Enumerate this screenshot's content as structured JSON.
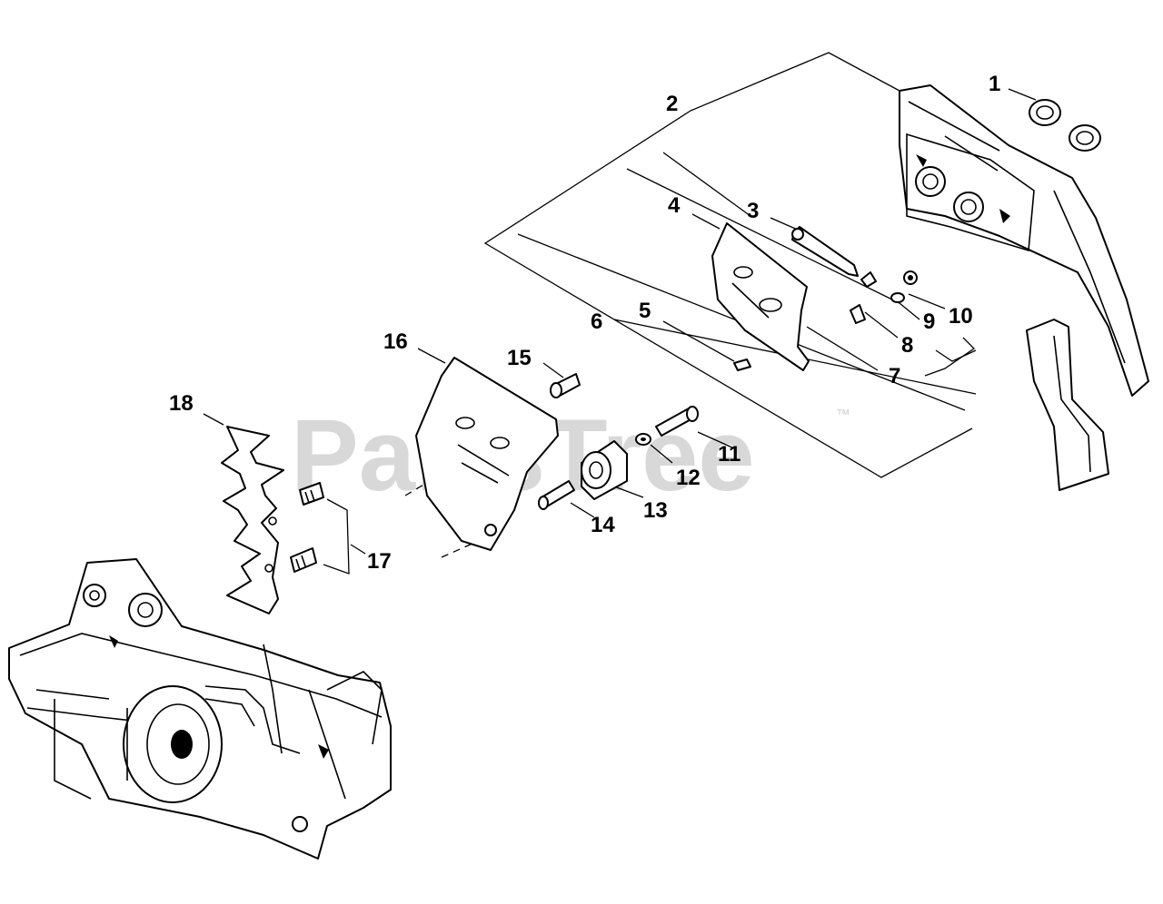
{
  "watermark": {
    "text": "PartsTree",
    "trademark": "™"
  },
  "callouts": [
    "1",
    "2",
    "3",
    "4",
    "5",
    "6",
    "7",
    "8",
    "9",
    "10",
    "11",
    "12",
    "13",
    "14",
    "15",
    "16",
    "17",
    "18"
  ]
}
